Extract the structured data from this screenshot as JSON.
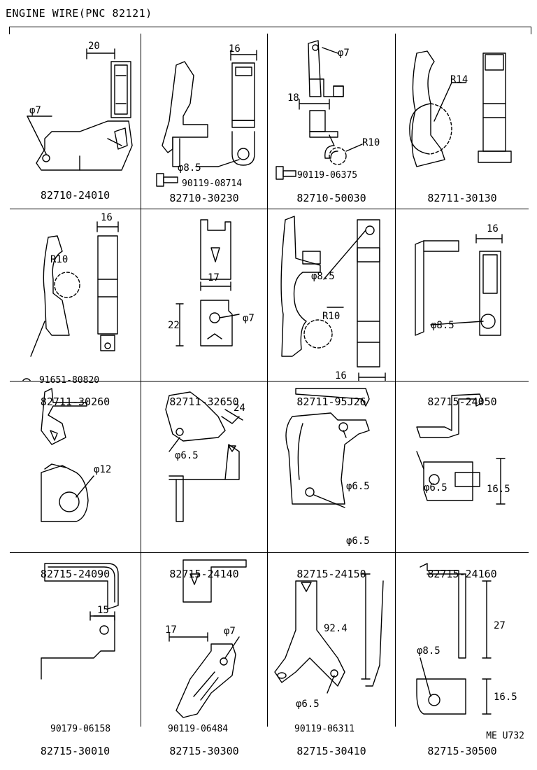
{
  "header": {
    "title": "ENGINE WIRE(PNC 82121)"
  },
  "footer": {
    "code": "ME U732"
  },
  "cells": [
    {
      "part": "82710-24010",
      "labels": [
        "20",
        "φ7"
      ]
    },
    {
      "part": "82710-30230",
      "labels": [
        "16",
        "φ8.5"
      ],
      "bolt": "90119-08714"
    },
    {
      "part": "82710-50030",
      "labels": [
        "φ7",
        "18",
        "R10"
      ],
      "bolt": "90119-06375"
    },
    {
      "part": "82711-30130",
      "labels": [
        "R14"
      ]
    },
    {
      "part": "82711-30260",
      "labels": [
        "R10",
        "16"
      ],
      "bolt": "91651-80820"
    },
    {
      "part": "82711-32650",
      "labels": [
        "17",
        "22",
        "φ7"
      ]
    },
    {
      "part": "82711-95J26",
      "labels": [
        "φ8.5",
        "R10",
        "16"
      ]
    },
    {
      "part": "82715-24050",
      "labels": [
        "16",
        "φ8.5"
      ]
    },
    {
      "part": "82715-24090",
      "labels": [
        "φ12"
      ]
    },
    {
      "part": "82715-24140",
      "labels": [
        "24",
        "φ6.5"
      ]
    },
    {
      "part": "82715-24150",
      "labels": [
        "φ6.5",
        "φ6.5"
      ]
    },
    {
      "part": "82715-24160",
      "labels": [
        "φ6.5",
        "16.5"
      ]
    },
    {
      "part": "82715-30010",
      "labels": [
        "15"
      ],
      "bolt": "90179-06158"
    },
    {
      "part": "82715-30300",
      "labels": [
        "17",
        "φ7"
      ],
      "bolt": "90119-06484"
    },
    {
      "part": "82715-30410",
      "labels": [
        "92.4",
        "φ6.5"
      ],
      "bolt": "90119-06311"
    },
    {
      "part": "82715-30500",
      "labels": [
        "27",
        "φ8.5",
        "16.5"
      ]
    }
  ]
}
